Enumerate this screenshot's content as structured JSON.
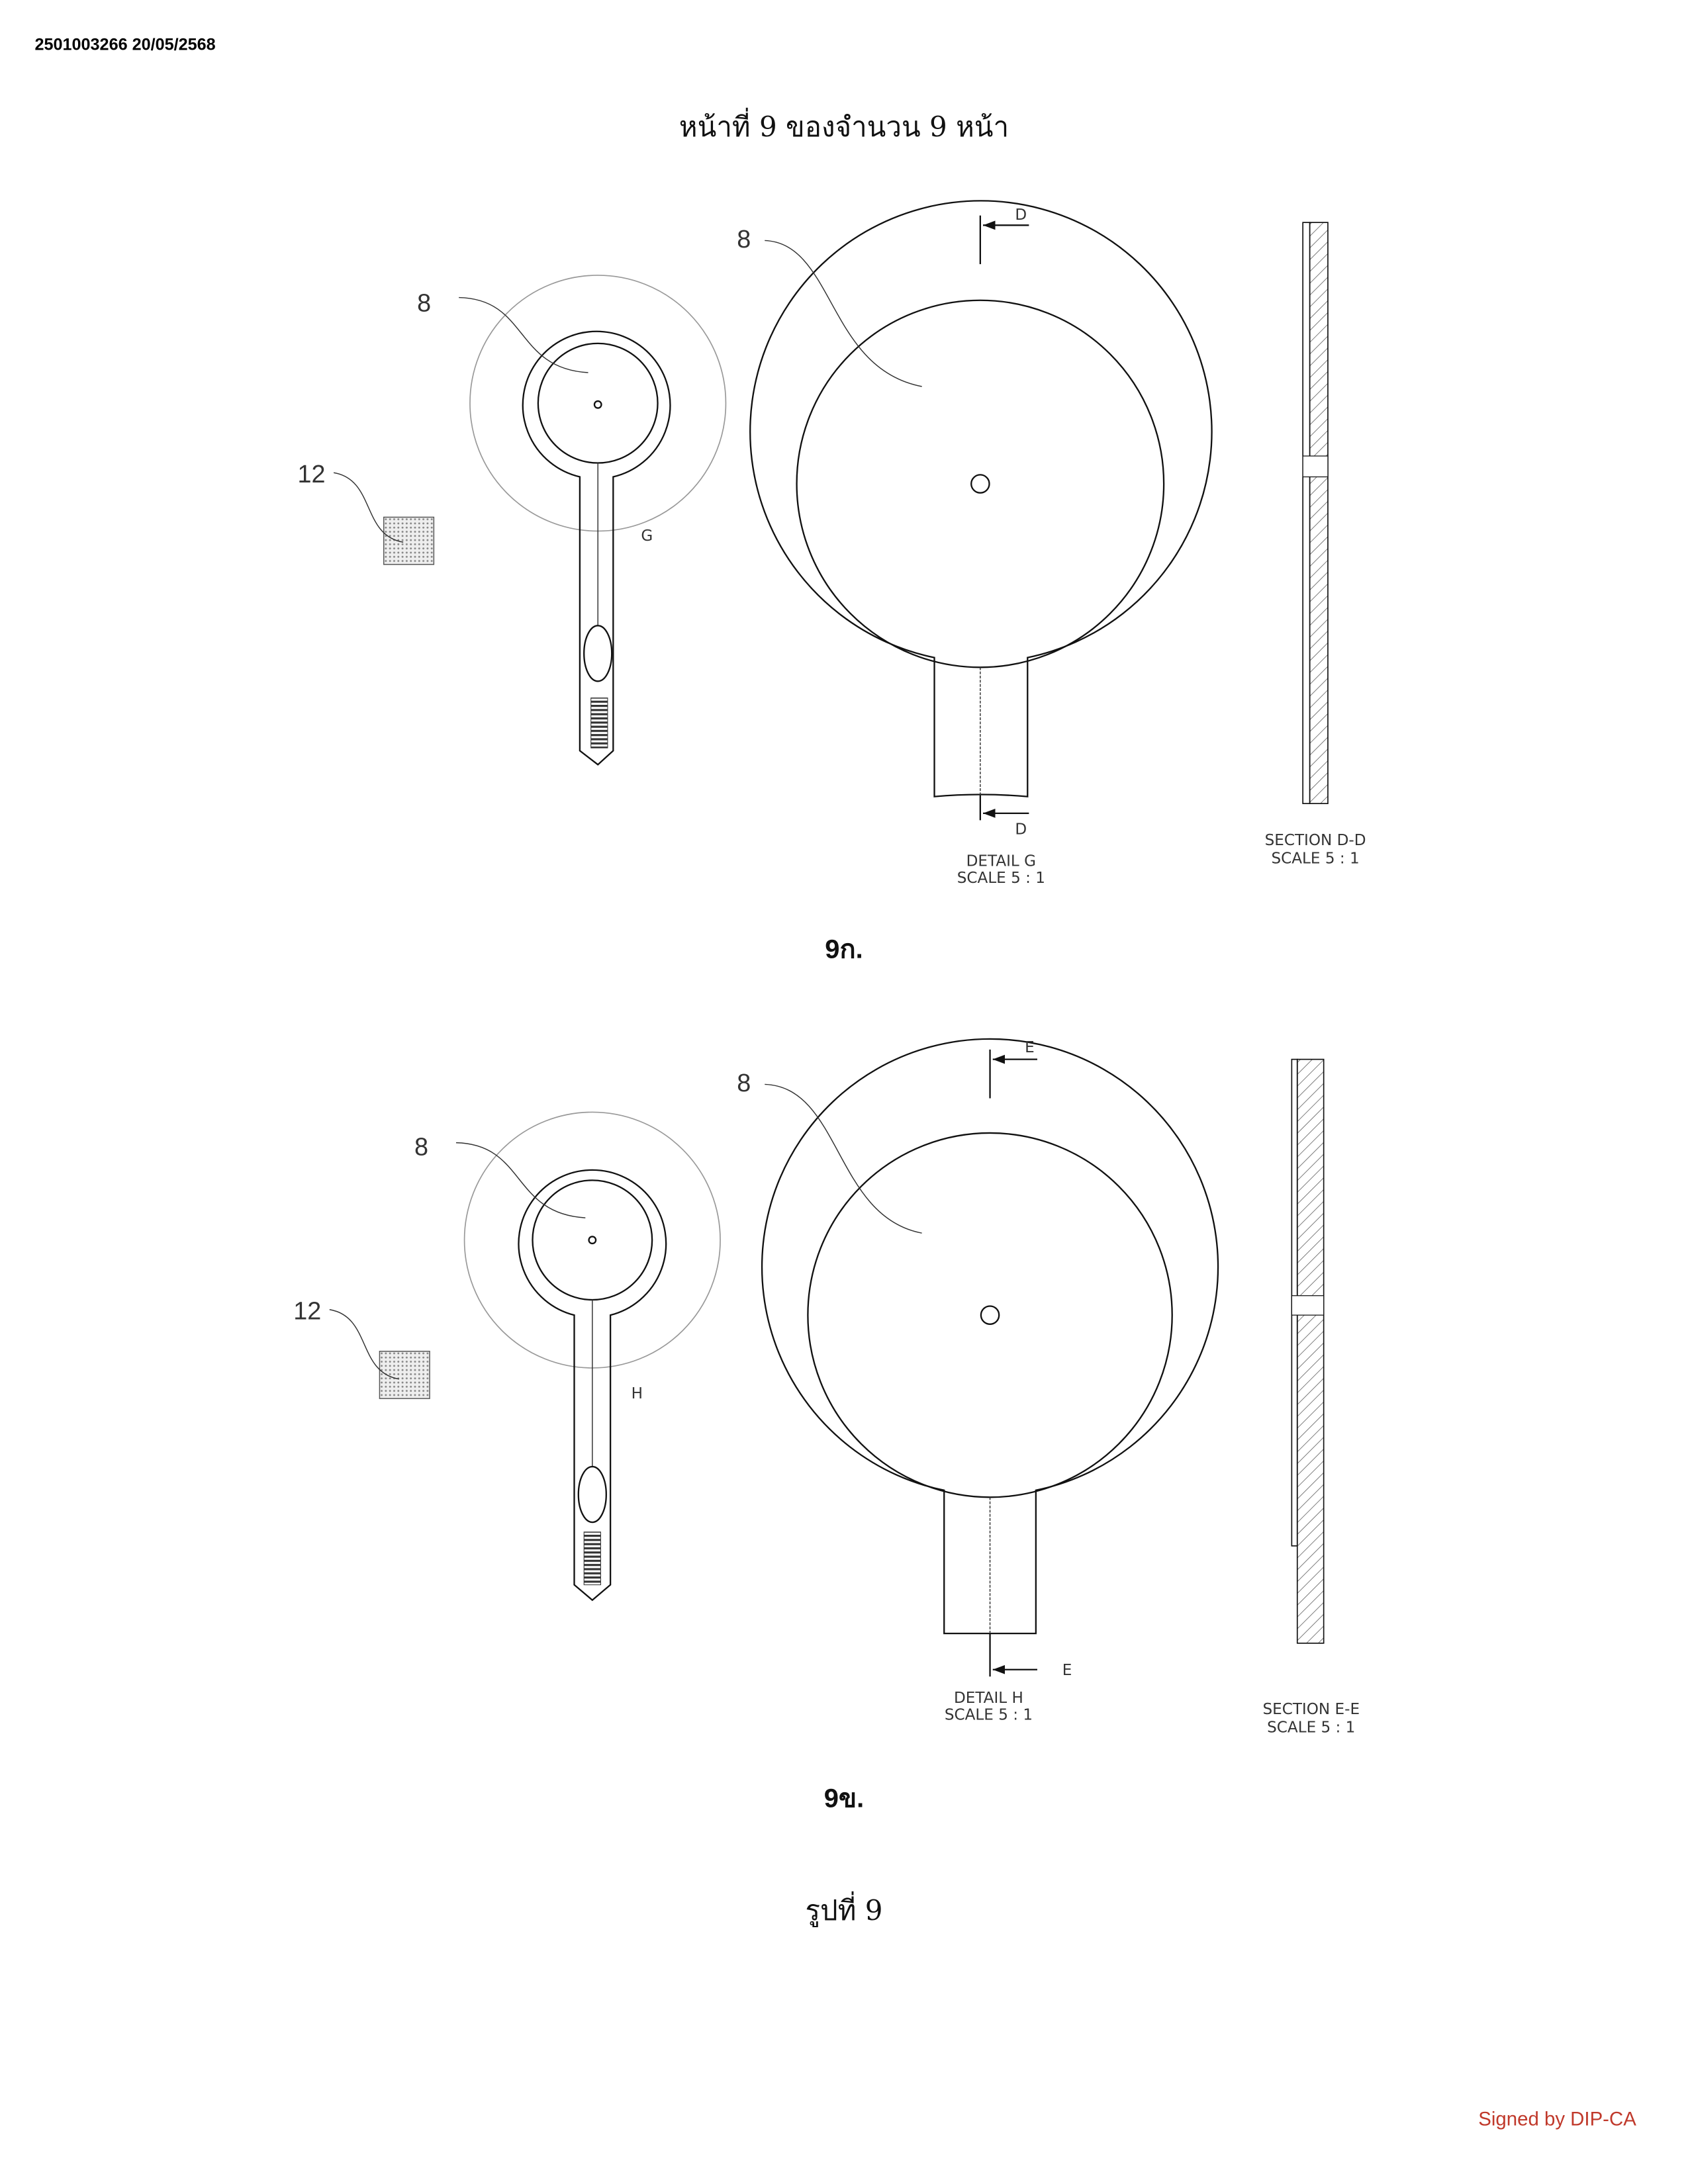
{
  "header": {
    "doc_id": "2501003266 20/05/2568",
    "page_title": "หน้าที่ 9 ของจำนวน 9 หน้า"
  },
  "figure_a": {
    "label_8_small": "8",
    "label_8_large": "8",
    "label_12": "12",
    "detail_marker": "G",
    "section_mark_top": "D",
    "section_mark_bottom": "D",
    "detail_title": "DETAIL G",
    "detail_scale": "SCALE 5 : 1",
    "section_title": "SECTION D-D",
    "section_scale": "SCALE 5 : 1",
    "caption": "9ก."
  },
  "figure_b": {
    "label_8_small": "8",
    "label_8_large": "8",
    "label_12": "12",
    "detail_marker": "H",
    "section_mark_top": "E",
    "section_mark_bottom": "E",
    "detail_title": "DETAIL H",
    "detail_scale": "SCALE 5 : 1",
    "section_title": "SECTION E-E",
    "section_scale": "SCALE 5 : 1",
    "caption": "9ข."
  },
  "figure_caption": "รูปที่ 9",
  "signature": "Signed by DIP-CA",
  "colors": {
    "signature": "#c0392b"
  }
}
